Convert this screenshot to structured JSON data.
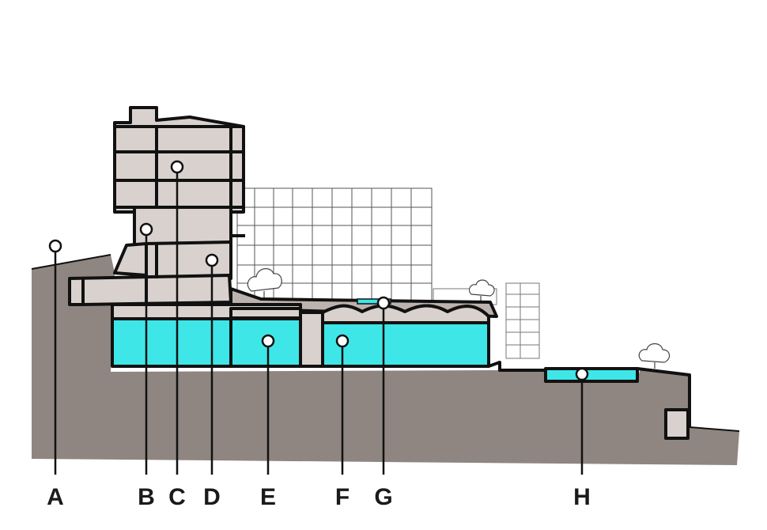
{
  "labels": {
    "a": "A",
    "b": "B",
    "c": "C",
    "d": "D",
    "e": "E",
    "f": "F",
    "g": "G",
    "h": "H"
  },
  "colors": {
    "earth": "#8f8581",
    "building": "#d9d1cd",
    "water": "#3fe6e8",
    "ink": "#111111"
  }
}
